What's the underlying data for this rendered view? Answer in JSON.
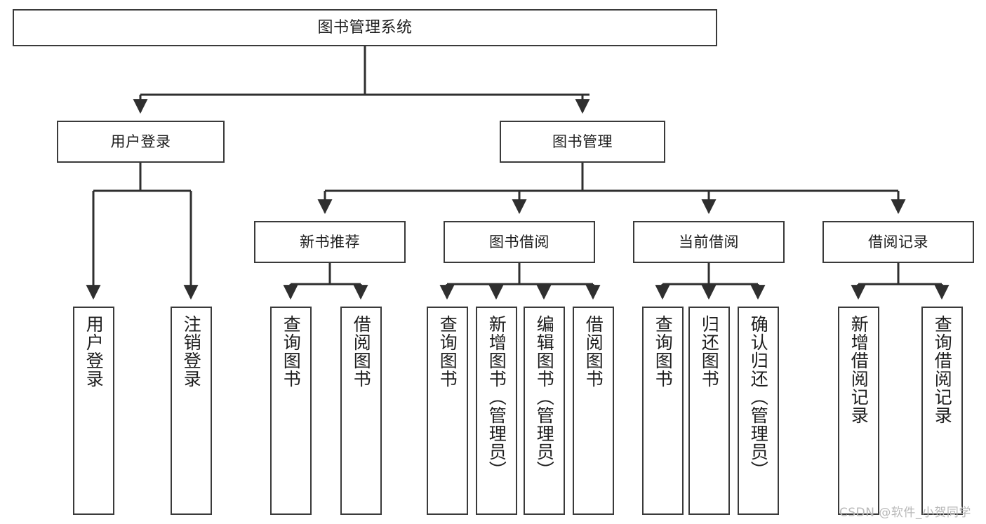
{
  "diagram": {
    "type": "tree",
    "title": "图书管理系统",
    "watermark": "CSDN @软件_小贺同学",
    "colors": {
      "box_border": "#3a3a3a",
      "box_fill": "#ffffff",
      "connector": "#2f2f2f",
      "text": "#1d1d1d",
      "watermark": "#b9b9b9"
    },
    "nodes": {
      "root": {
        "label": "图书管理系统"
      },
      "level2": [
        {
          "label": "用户登录"
        },
        {
          "label": "图书管理"
        }
      ],
      "level3": [
        {
          "label": "新书推荐"
        },
        {
          "label": "图书借阅"
        },
        {
          "label": "当前借阅"
        },
        {
          "label": "借阅记录"
        }
      ],
      "leaves_user_login": [
        {
          "label": "用户登录"
        },
        {
          "label": "注销登录"
        }
      ],
      "leaves_new_book": [
        {
          "label": "查询图书"
        },
        {
          "label": "借阅图书"
        }
      ],
      "leaves_borrow": [
        {
          "label": "查询图书"
        },
        {
          "label": "新增图书（管理员）"
        },
        {
          "label": "编辑图书（管理员）"
        },
        {
          "label": "借阅图书"
        }
      ],
      "leaves_current": [
        {
          "label": "查询图书"
        },
        {
          "label": "归还图书"
        },
        {
          "label": "确认归还（管理员）"
        }
      ],
      "leaves_records": [
        {
          "label": "新增借阅记录"
        },
        {
          "label": "查询借阅记录"
        }
      ]
    }
  }
}
